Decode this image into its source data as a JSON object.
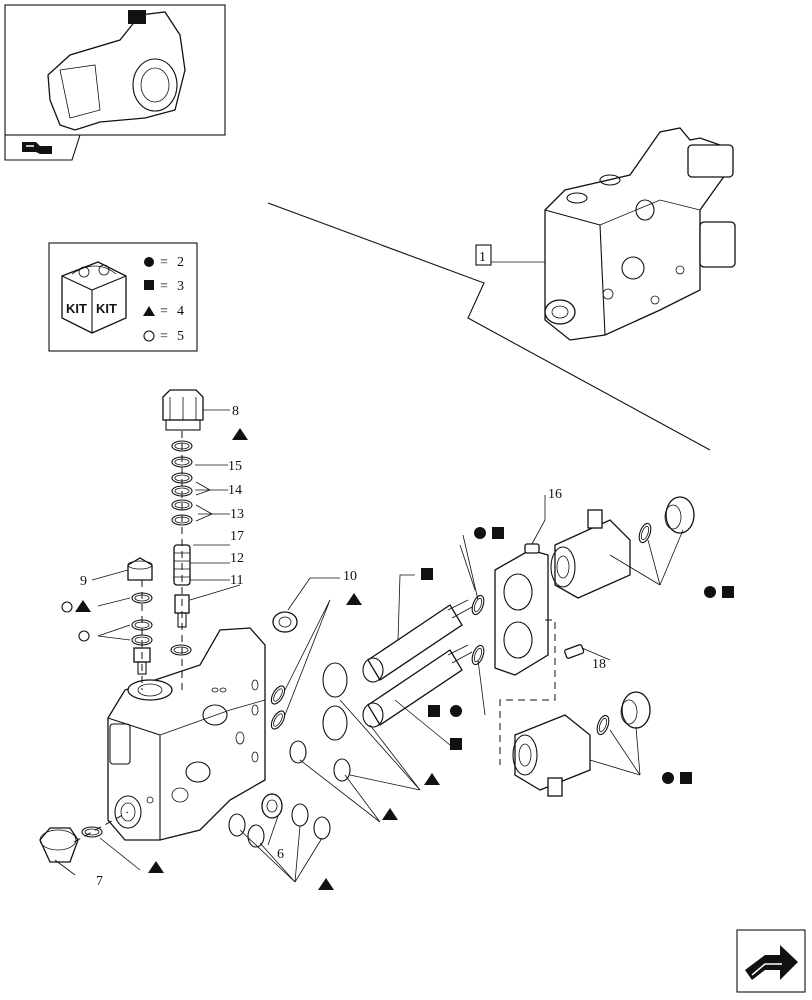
{
  "parts": {
    "p1": "1",
    "p6": "6",
    "p7": "7",
    "p8": "8",
    "p9": "9",
    "p10": "10",
    "p11": "11",
    "p12": "12",
    "p13": "13",
    "p14": "14",
    "p15": "15",
    "p16": "16",
    "p17": "17",
    "p18": "18"
  },
  "legend": {
    "kit_word": "KIT",
    "rows": [
      {
        "symbol": "filled-circle",
        "eq": "=",
        "value": "2"
      },
      {
        "symbol": "filled-square",
        "eq": "=",
        "value": "3"
      },
      {
        "symbol": "filled-triangle",
        "eq": "=",
        "value": "4"
      },
      {
        "symbol": "open-circle",
        "eq": "=",
        "value": "5"
      }
    ]
  },
  "colors": {
    "ink": "#111111",
    "paper": "#ffffff"
  }
}
